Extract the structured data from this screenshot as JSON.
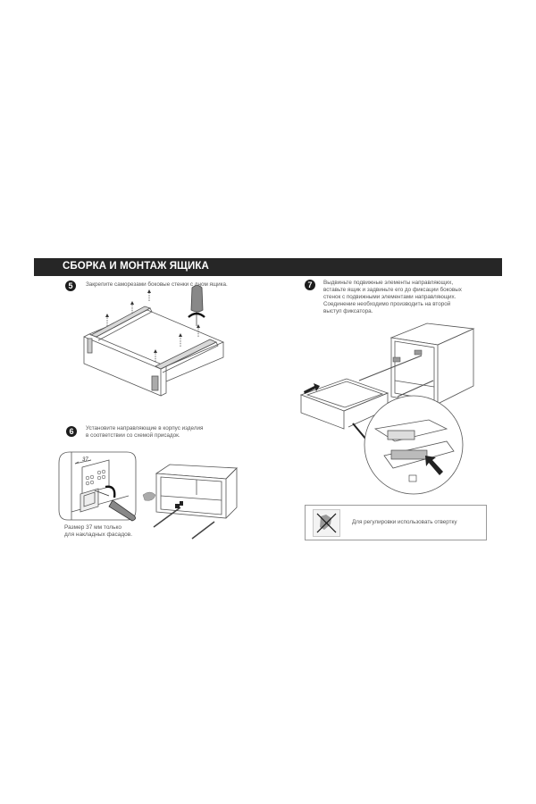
{
  "header": {
    "title": "СБОРКА И МОНТАЖ ЯЩИКА",
    "background_color": "#262626",
    "text_color": "#ffffff"
  },
  "steps": [
    {
      "number": "5",
      "lines": [
        "Закрепите саморезами боковые стенки с дном ящика."
      ],
      "illustration": "drawer-box-screwing-runners"
    },
    {
      "number": "6",
      "lines": [
        "Установите направляющие в корпус изделия",
        "в соответствии со схемой присадок."
      ],
      "illustration": "runners-mounting-in-cabinet",
      "detail": {
        "dimension_label": "37",
        "caption_lines": [
          "Размер 37 мм только",
          "для накладных фасадов."
        ]
      }
    },
    {
      "number": "7",
      "lines": [
        "Выдвиньте подвижные элементы направляющих,",
        "вставьте ящик и задвиньте его до фиксации боковых",
        "стенок с подвижными элементами направляющих.",
        "Соединение необходимо производить на второй",
        "выступ фиксатора."
      ],
      "illustration": "drawer-insertion-into-cabinet"
    }
  ],
  "note": {
    "icon": "no-screwdriver-icon",
    "text": "Для регулировки использовать отвертку"
  }
}
